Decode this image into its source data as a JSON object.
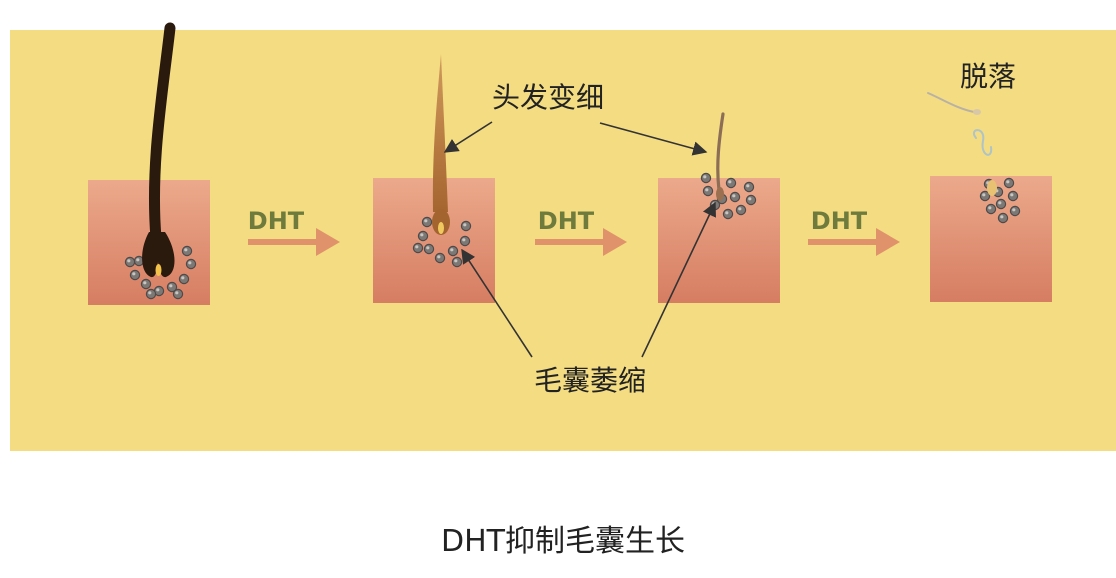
{
  "diagram": {
    "dht_labels": [
      "DHT",
      "DHT",
      "DHT"
    ],
    "thinning_label": "头发变细",
    "shrink_label": "毛囊萎缩",
    "shedding_label": "脱落",
    "caption": "DHT抑制毛囊生长"
  },
  "colors": {
    "panel": "#f4dc82",
    "arrow": "#e0926a",
    "dht_text": "#6f7b3c",
    "skin_top": "#eca98b",
    "skin_bottom": "#d67d62",
    "thick_hair": "#2a190d",
    "pointer_line": "#333333"
  }
}
